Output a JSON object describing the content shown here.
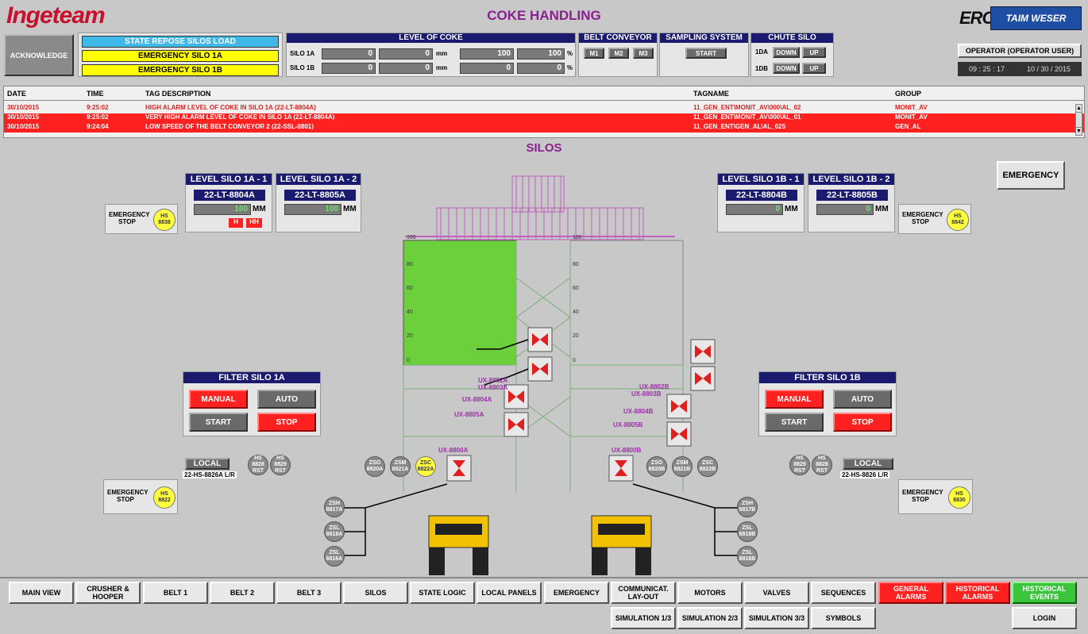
{
  "header": {
    "logo": "Ingeteam",
    "title": "COKE HANDLING",
    "acknowledge": "ACKNOWLEDGE",
    "states": [
      "STATE REPOSE SILOS LOAD",
      "EMERGENCY SILO 1A",
      "EMERGENCY SILO 1B"
    ],
    "brand_erc": "ERC",
    "brand_taim": "TAIM WESER",
    "operator": "OPERATOR (OPERATOR USER)",
    "time": "09 : 25 : 17",
    "date": "10 / 30 / 2015"
  },
  "level_of_coke": {
    "title": "LEVEL OF COKE",
    "rows": [
      {
        "label": "SILO 1A",
        "v1": "0",
        "v2": "0",
        "unit": "mm",
        "v3": "100",
        "v4": "100",
        "pct": "%"
      },
      {
        "label": "SILO 1B",
        "v1": "0",
        "v2": "0",
        "unit": "mm",
        "v3": "0",
        "v4": "0",
        "pct": "%"
      }
    ]
  },
  "belt_conveyor": {
    "title": "BELT CONVEYOR",
    "buttons": [
      "M1",
      "M2",
      "M3"
    ]
  },
  "sampling": {
    "title": "SAMPLING SYSTEM",
    "start": "START"
  },
  "chute": {
    "title": "CHUTE SILO",
    "rows": [
      {
        "label": "1DA",
        "down": "DOWN",
        "up": "UP"
      },
      {
        "label": "1DB",
        "down": "DOWN",
        "up": "UP"
      }
    ]
  },
  "alarm_table": {
    "headers": [
      "DATE",
      "TIME",
      "TAG DESCRIPTION",
      "TAGNAME",
      "GROUP"
    ],
    "rows": [
      {
        "date": "30/10/2015",
        "time": "9:25:02",
        "desc": "HIGH ALARM LEVEL OF COKE IN SILO 1A (22-LT-8804A)",
        "tag": "11_GEN_ENT\\MONIT_AV\\000\\AL_02",
        "group": "MONIT_AV"
      },
      {
        "date": "30/10/2015",
        "time": "9:25:02",
        "desc": "VERY HIGH ALARM LEVEL OF COKE IN SILO 1A (22-LT-8804A)",
        "tag": "11_GEN_ENT\\MONIT_AV\\000\\AL_01",
        "group": "MONIT_AV"
      },
      {
        "date": "30/10/2015",
        "time": "9:24:04",
        "desc": "LOW SPEED OF THE BELT CONVEYOR 2 (22-SSL-8801)",
        "tag": "11_GEN_ENT\\GEN_AL\\AL_025",
        "group": "GEN_AL"
      }
    ]
  },
  "main": {
    "title": "SILOS",
    "emergency_btn": "EMERGENCY",
    "level_boxes": [
      {
        "title": "LEVEL SILO 1A - 1",
        "tag": "22-LT-8804A",
        "value": "100",
        "unit": "MM",
        "h": "H",
        "hh": "HH"
      },
      {
        "title": "LEVEL SILO 1A - 2",
        "tag": "22-LT-8805A",
        "value": "100",
        "unit": "MM"
      },
      {
        "title": "LEVEL SILO 1B - 1",
        "tag": "22-LT-8804B",
        "value": "0",
        "unit": "MM"
      },
      {
        "title": "LEVEL SILO 1B - 2",
        "tag": "22-LT-8805B",
        "value": "0",
        "unit": "MM"
      }
    ],
    "emergency_stop": "EMERGENCY STOP",
    "hs_tags": {
      "a": "8838",
      "b": "8842",
      "c": "8822",
      "d": "8830"
    },
    "filter_a": {
      "title": "FILTER SILO 1A",
      "manual": "MANUAL",
      "auto": "AUTO",
      "start": "START",
      "stop": "STOP"
    },
    "filter_b": {
      "title": "FILTER SILO 1B",
      "manual": "MANUAL",
      "auto": "AUTO",
      "start": "START",
      "stop": "STOP"
    },
    "local": "LOCAL",
    "local_a_tag": "22-HS-8826A L/R",
    "local_b_tag": "22-HS-8826 L/R",
    "scale": [
      "100",
      "80",
      "60",
      "40",
      "20",
      "0"
    ],
    "valves_a": [
      "UX-8802A",
      "UX-8803A",
      "UX-8804A",
      "UX-8805A",
      "UX-8800A"
    ],
    "valves_b": [
      "UX-8802B",
      "UX-8803B",
      "UX-8804B",
      "UX-8805B",
      "UX-8800B"
    ],
    "sensors_a": [
      {
        "t": "ZSO",
        "n": "8820A"
      },
      {
        "t": "ZSM",
        "n": "8821A"
      },
      {
        "t": "ZSC",
        "n": "8822A"
      },
      {
        "t": "ZSH",
        "n": "8817A"
      },
      {
        "t": "ZSL",
        "n": "8818A"
      },
      {
        "t": "ZSL",
        "n": "8816A"
      }
    ],
    "sensors_b": [
      {
        "t": "ZSO",
        "n": "8820B"
      },
      {
        "t": "ZSM",
        "n": "8821B"
      },
      {
        "t": "ZSC",
        "n": "8822B"
      },
      {
        "t": "ZSH",
        "n": "8817B"
      },
      {
        "t": "ZSL",
        "n": "8818B"
      },
      {
        "t": "ZSL",
        "n": "8816B"
      }
    ],
    "hs_small_a": [
      {
        "t": "HS",
        "n": "8828",
        "s": "RST"
      },
      {
        "t": "HS",
        "n": "8829",
        "s": "RST"
      }
    ],
    "hs_small_b": [
      {
        "t": "HS",
        "n": "8829",
        "s": "RST"
      },
      {
        "t": "HS",
        "n": "8828",
        "s": "RST"
      }
    ]
  },
  "nav": {
    "row1": [
      "MAIN VIEW",
      "CRUSHER & HOOPER",
      "BELT 1",
      "BELT 2",
      "BELT 3",
      "SILOS",
      "STATE LOGIC",
      "LOCAL PANELS",
      "EMERGENCY",
      "COMMUNICAT. LAY-OUT",
      "MOTORS",
      "VALVES",
      "SEQUENCES",
      "GENERAL ALARMS",
      "HISTORICAL ALARMS",
      "HISTORICAL EVENTS"
    ],
    "row2": [
      "SIMULATION 1/3",
      "SIMULATION 2/3",
      "SIMULATION 3/3",
      "SYMBOLS",
      "LOGIN"
    ]
  },
  "colors": {
    "navy": "#1a1a6e",
    "alarm_red": "#ff2020",
    "state_blue": "#40b8e8",
    "state_yellow": "#ffff00",
    "silo_green": "#6ccf3c",
    "truck_yellow": "#f2c200",
    "accent_purple": "#9b2fa8"
  }
}
